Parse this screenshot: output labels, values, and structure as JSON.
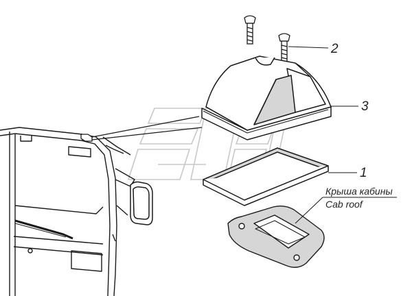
{
  "callouts": {
    "part1": "1",
    "part2": "2",
    "part3": "3"
  },
  "roof_label": {
    "ru": "Крыша кабины",
    "en": "Cab roof"
  },
  "colors": {
    "line": "#1a1a1a",
    "shade": "#d6d6d6",
    "watermark": "#c8c8c8"
  }
}
